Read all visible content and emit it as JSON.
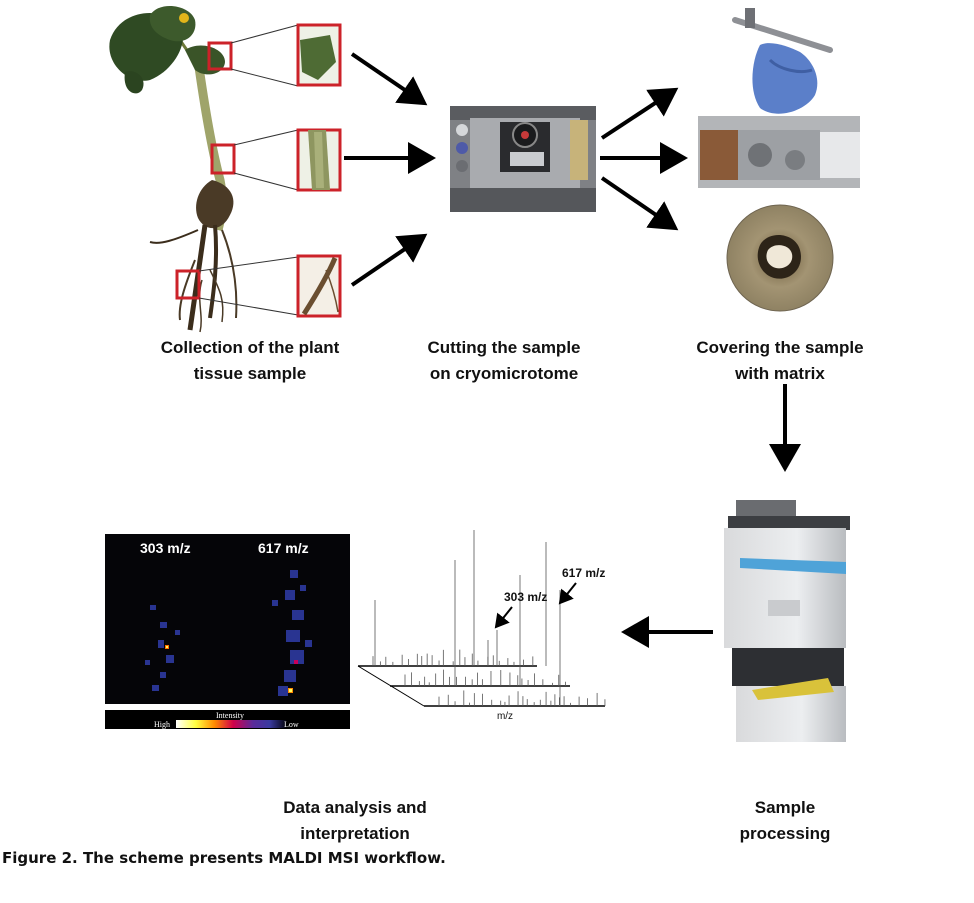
{
  "steps": {
    "collection": "Collection of the plant\ntissue sample",
    "cutting": "Cutting the sample\non cryomicrotome",
    "covering": "Covering the sample\nwith matrix",
    "processing": "Sample\nprocessing",
    "analysis": "Data analysis and\ninterpretation"
  },
  "msi_image": {
    "label_left": "303 m/z",
    "label_right": "617 m/z",
    "colorbar_title": "Intensity",
    "colorbar_high": "High",
    "colorbar_low": "Low"
  },
  "spectrum": {
    "peak1": "303 m/z",
    "peak2": "617 m/z",
    "axis": "m/z"
  },
  "caption": "Figure 2. The scheme presents MALDI MSI workflow.",
  "colors": {
    "highlight_box": "#cc2229",
    "arrow": "#000000"
  }
}
